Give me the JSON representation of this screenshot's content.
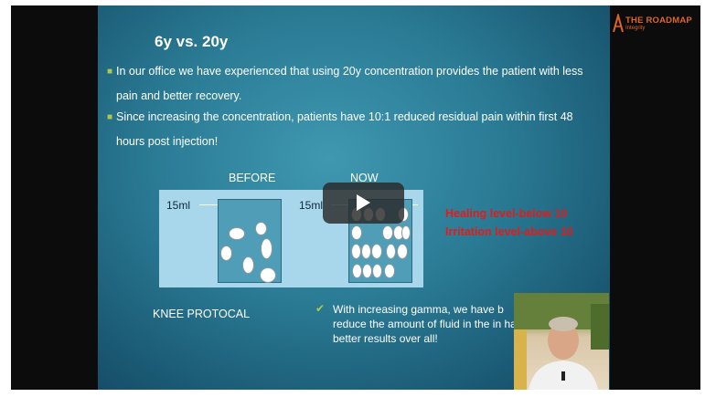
{
  "slide": {
    "title": "6y vs. 20y",
    "bullets": [
      "In our office we have experienced that using 20y concentration provides the patient with less pain and better recovery.",
      "Since increasing the concentration, patients have 10:1 reduced residual pain within first 48 hours post injection!"
    ],
    "diagram": {
      "before_label": "BEFORE",
      "now_label": "NOW",
      "volume_left": "15ml",
      "volume_right": "15ml"
    },
    "red_note": "Healing level-below 10 Irritation level-above 10",
    "knee_protocol": "KNEE PROTOCAL",
    "gamma_note": "With increasing gamma, we have b reduce the amount of fluid in the in have better results over all!"
  },
  "logo": {
    "text": "THE ROADMAP",
    "sub": "Integrity"
  },
  "colors": {
    "accent_red": "#e21b1b",
    "bullet_green": "#b3c84a",
    "logo_orange": "#e0642a",
    "slide_blue": "#2a7a94"
  },
  "icons": {
    "play": "play-icon",
    "check": "check-icon",
    "logo": "roadmap-logo-icon"
  }
}
